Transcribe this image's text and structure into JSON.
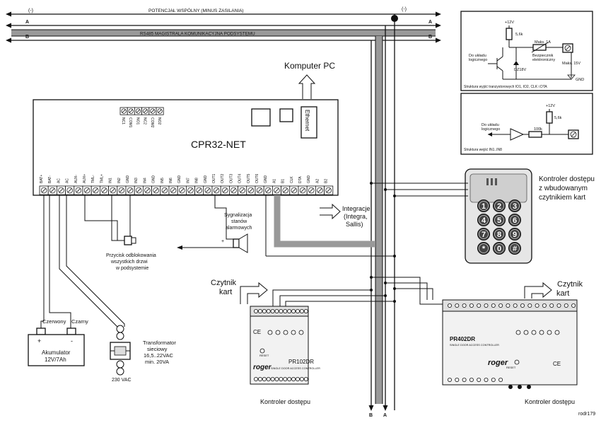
{
  "top_bus": {
    "minus_marker": "(-)",
    "minus_label": "POTENCJAŁ WSPÓLNY (MINUS ZASILANIA)",
    "line_a": "A",
    "line_b": "B",
    "rs485_label": "RS485 MAGISTRALA KOMUNIKACYJNA PODSYSTEMU",
    "vertical_minus": "(-)"
  },
  "pc": {
    "label": "Komputer PC"
  },
  "cpr": {
    "title": "CPR32-NET",
    "ethernet": "Ethernet",
    "relay_terminals": [
      "NC1",
      "COM1",
      "NO1",
      "NC2",
      "COM2",
      "NO2"
    ],
    "bottom_terminals": [
      "BAT+",
      "BAT-",
      "AC",
      "AC",
      "AUX-",
      "AUX+",
      "TML-",
      "TML+",
      "IN1",
      "IN2",
      "GND",
      "IN3",
      "IN4",
      "GND",
      "IN5",
      "IN6",
      "GND",
      "IN7",
      "IN8",
      "GND",
      "OUT1",
      "OUT2",
      "OUT3",
      "OUT4",
      "OUT5",
      "OUT6",
      "GND",
      "A1",
      "B1",
      "CLK",
      "DTA",
      "GND",
      "A2",
      "B2"
    ]
  },
  "integration": {
    "label": "Integracje\n(Integra,\nSallis)"
  },
  "alarm": {
    "label": "Sygnalizacja\nstanów\nalarmowych"
  },
  "unlock_button": {
    "label": "Przycisk odblokowania\nwszystkich drzwi\nw podsystemie"
  },
  "battery": {
    "red": "Czerwony",
    "black": "Czarny",
    "label": "Akumulator\n12V/7Ah",
    "plus": "+",
    "minus": "-"
  },
  "transformer": {
    "label": "Transformator\nsieciowy\n16,5..22VAC\nmin. 20VA",
    "mains": "230 VAC"
  },
  "reader_left": {
    "label": "Czytnik\nkart"
  },
  "reader_right": {
    "label": "Czytnik\nkart"
  },
  "pr102": {
    "model": "PR102DR",
    "subtitle": "SINGLE DOOR ACCESS CONTROLLER",
    "brand": "roger",
    "reset": "RESET",
    "caption": "Kontroler dostępu"
  },
  "pr402": {
    "model": "PR402DR",
    "subtitle": "SINGLE DOOR ACCESS CONTROLLER",
    "brand": "roger",
    "reset": "RESET",
    "caption": "Kontroler dostępu"
  },
  "keypad": {
    "label": "Kontroler dostępu\nz wbudowanym\nczytnikiem kart",
    "keys": [
      "1",
      "2",
      "3",
      "4",
      "5",
      "6",
      "7",
      "8",
      "9",
      "*",
      "0",
      "#"
    ]
  },
  "bus_bottom": {
    "b": "B",
    "a": "A"
  },
  "inset_outputs": {
    "v12": "+12V",
    "r": "5,6k",
    "fuse": "Maks. 1A",
    "fuse_desc": "Bezpiecznik\nelektroniczny",
    "logic": "Do układu\nlogicznego",
    "zener": "DZ18V",
    "vmax": "Maks. 15V",
    "gnd": "GND",
    "caption": "Struktura wyjść tranzystorowych IO1, IO2, CLK i DTA"
  },
  "inset_inputs": {
    "v12": "+12V",
    "r": "5,6k",
    "r2": "100k",
    "logic": "Do układu\nlogicznego",
    "caption": "Struktura wejść IN1..IN8"
  },
  "footer": {
    "code": "rodr179"
  }
}
